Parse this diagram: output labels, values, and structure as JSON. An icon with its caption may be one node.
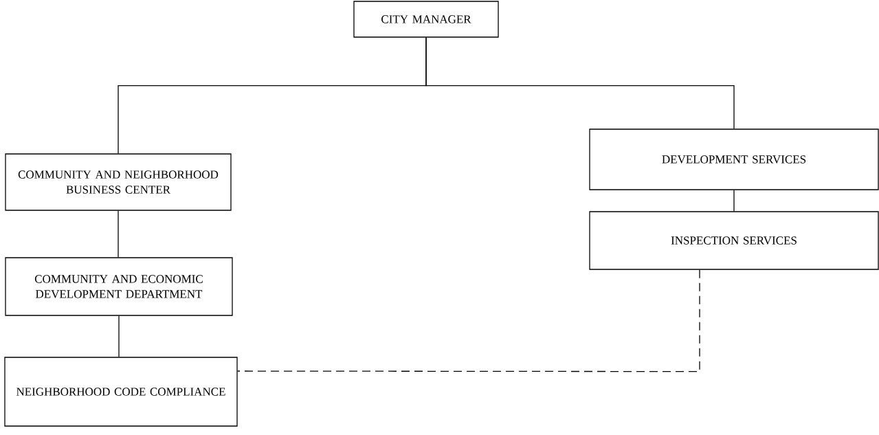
{
  "diagram": {
    "nodes": [
      {
        "text": [
          "CITY MANAGER"
        ]
      },
      {
        "text": [
          "COMMUNITY AND NEIGHBORHOOD BUSINESS CENTER"
        ]
      },
      {
        "text": [
          "DEVELOPMENT SERVICES"
        ]
      },
      {
        "text": [
          "COMMUNITY AND ECONOMIC DEVELOPMENT DEPARTMENT"
        ]
      },
      {
        "text": [
          "INSPECTION SERVICES"
        ]
      },
      {
        "text": [
          "NEIGHBORHOOD CODE COMPLIANCE"
        ]
      }
    ],
    "edges": [
      {
        "from": 0,
        "to": 1,
        "arrow": "none"
      },
      {
        "from": 0,
        "to": 2,
        "arrow": "none"
      },
      {
        "from": 1,
        "to": 3,
        "arrow": "none"
      },
      {
        "from": 3,
        "to": 5,
        "arrow": "none"
      },
      {
        "from": 2,
        "to": 4,
        "arrow": "none"
      },
      {
        "from": 4,
        "to": 5,
        "arrow": "none",
        "style": "dashed"
      }
    ]
  }
}
